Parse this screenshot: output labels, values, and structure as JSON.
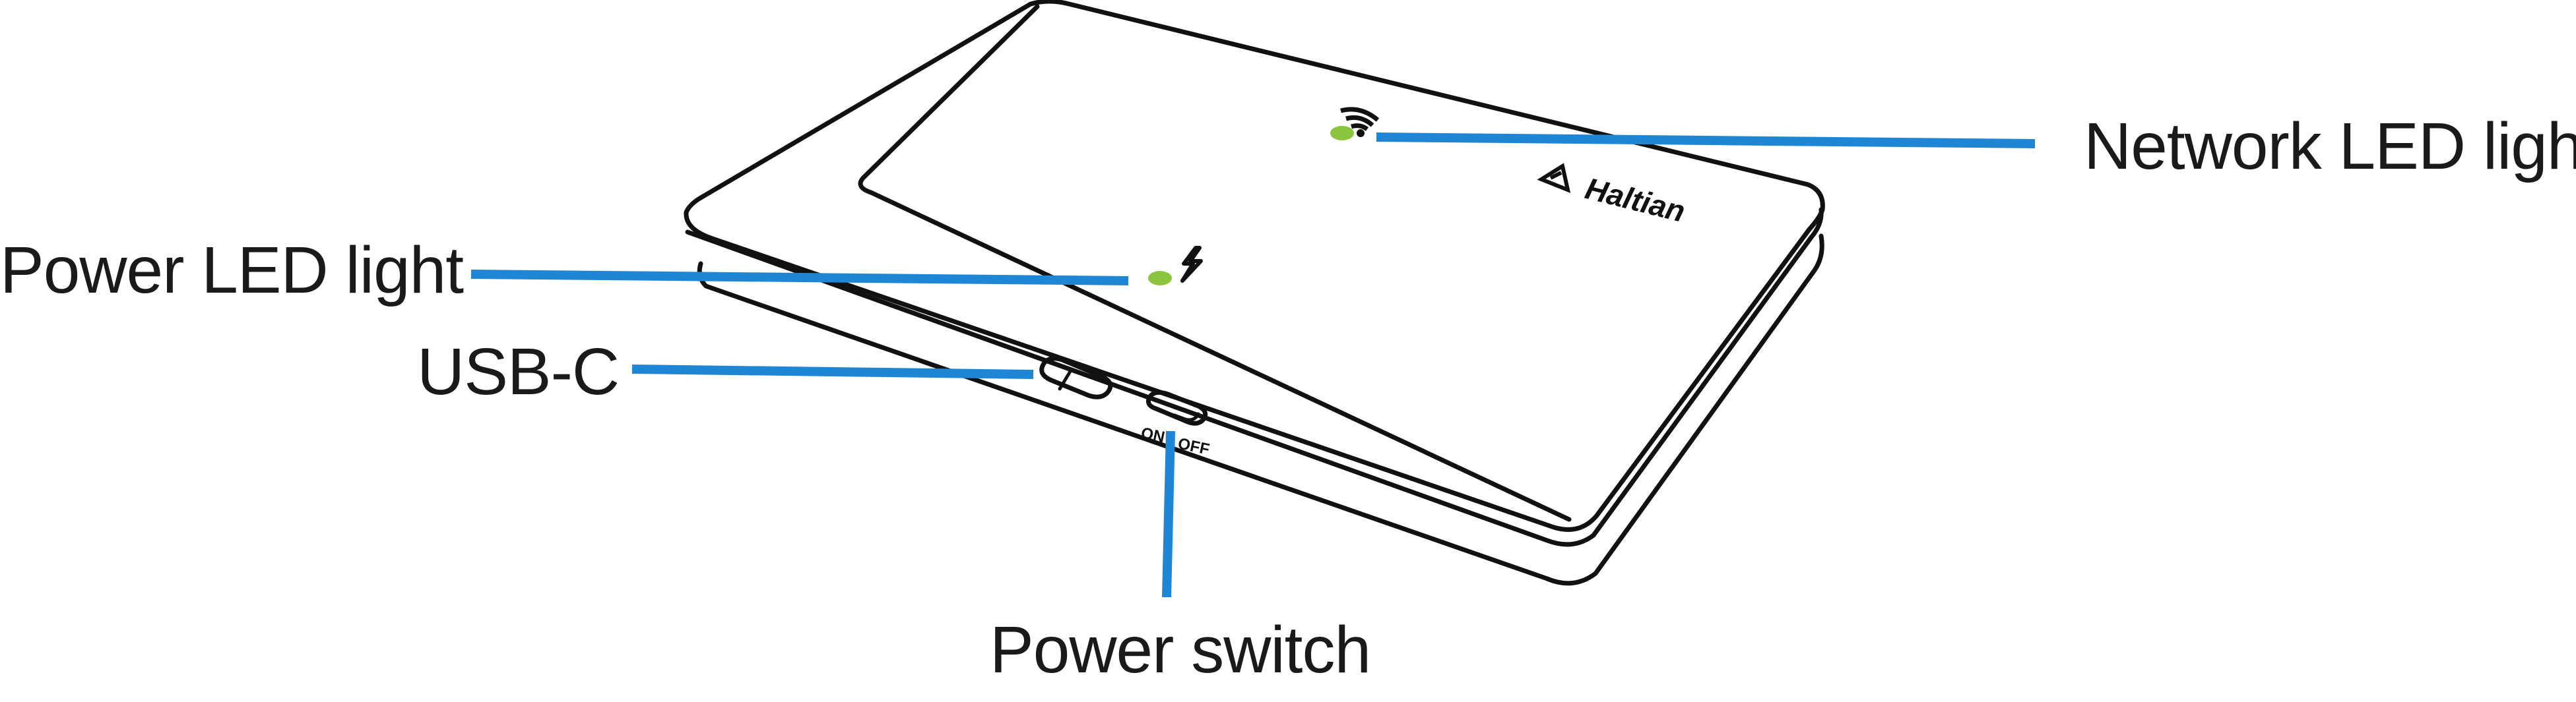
{
  "callouts": {
    "network_led": "Network LED light",
    "power_led": "Power LED light",
    "usb_c": "USB-C",
    "power_switch": "Power switch"
  },
  "device": {
    "brand": "Haltian",
    "switch_on": "ON",
    "switch_off": "OFF"
  },
  "colors": {
    "leader_line": "#1f86d6",
    "led": "#8cc63f",
    "outline": "#111111"
  }
}
